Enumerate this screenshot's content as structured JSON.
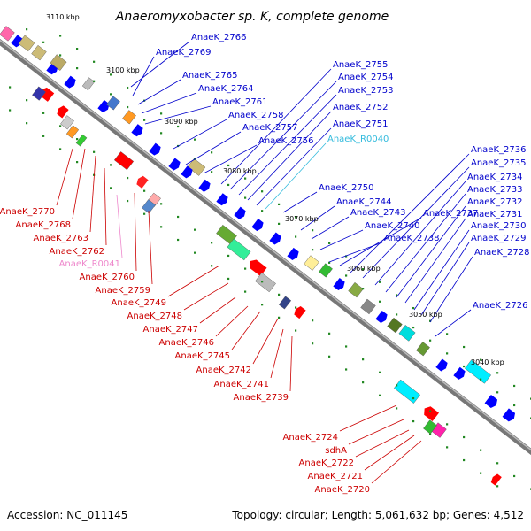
{
  "title": "Anaeromyxobacter sp. K, complete genome",
  "footer": {
    "accession": "Accession: NC_011145",
    "stats": "Topology: circular; Length: 5,061,632 bp; Genes: 4,512"
  },
  "kbp_labels": [
    "3110 kbp",
    "3100 kbp",
    "3090 kbp",
    "3080 kbp",
    "3070 kbp",
    "3060 kbp",
    "3050 kbp",
    "3040 kbp"
  ],
  "genes_plus_strand": [
    "AnaeK_2766",
    "AnaeK_2769",
    "AnaeK_2765",
    "AnaeK_2764",
    "AnaeK_2761",
    "AnaeK_2758",
    "AnaeK_2757",
    "AnaeK_2756",
    "AnaeK_2755",
    "AnaeK_2754",
    "AnaeK_2753",
    "AnaeK_2752",
    "AnaeK_2751",
    "AnaeK_R0040",
    "AnaeK_2750",
    "AnaeK_2744",
    "AnaeK_2743",
    "AnaeK_2740",
    "AnaeK_2738",
    "AnaeK_2737",
    "AnaeK_2736",
    "AnaeK_2735",
    "AnaeK_2734",
    "AnaeK_2733",
    "AnaeK_2732",
    "AnaeK_2731",
    "AnaeK_2730",
    "AnaeK_2729",
    "AnaeK_2728",
    "AnaeK_2726"
  ],
  "genes_minus_strand": [
    "AnaeK_2770",
    "AnaeK_2768",
    "AnaeK_2763",
    "AnaeK_2762",
    "AnaeK_R0041",
    "AnaeK_2760",
    "AnaeK_2759",
    "AnaeK_2749",
    "AnaeK_2748",
    "AnaeK_2747",
    "AnaeK_2746",
    "AnaeK_2745",
    "AnaeK_2742",
    "AnaeK_2741",
    "AnaeK_2739",
    "AnaeK_2724",
    "sdhA",
    "AnaeK_2722",
    "AnaeK_2721",
    "AnaeK_2720"
  ],
  "colors": {
    "plus_label": "#0000cc",
    "minus_label": "#cc0000",
    "rna_plus": "#33bbdd",
    "rna_minus": "#ee88cc",
    "backbone": "#888888",
    "tick": "#228822"
  }
}
